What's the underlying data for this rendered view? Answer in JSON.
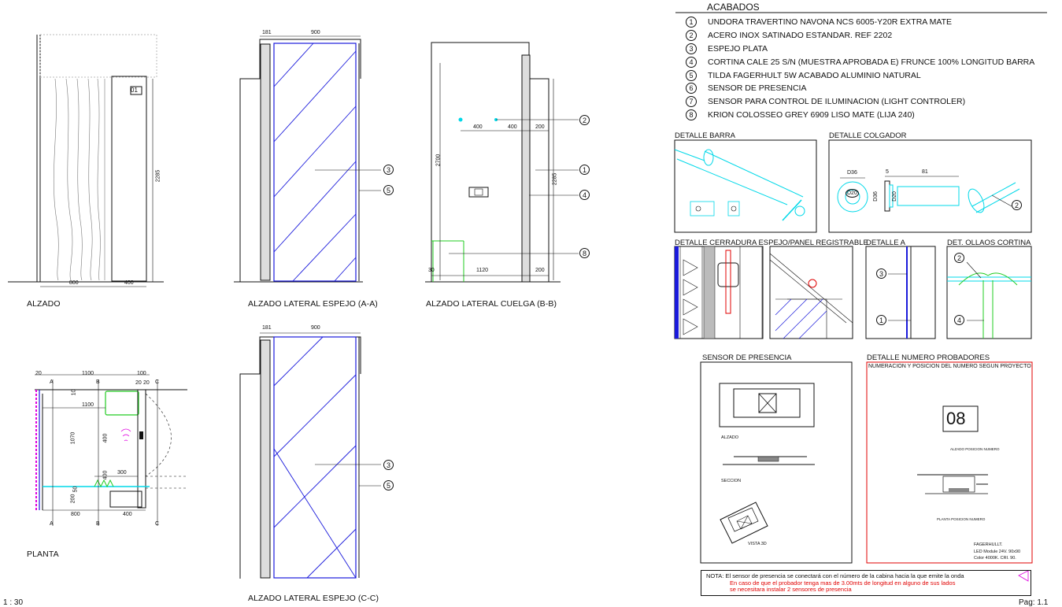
{
  "acabados": {
    "title": "ACABADOS",
    "items": [
      {
        "num": "1",
        "text": "UNDORA TRAVERTINO NAVONA NCS 6005-Y20R EXTRA MATE"
      },
      {
        "num": "2",
        "text": "ACERO INOX SATINADO ESTANDAR. REF 2202"
      },
      {
        "num": "3",
        "text": "ESPEJO PLATA"
      },
      {
        "num": "4",
        "text": "CORTINA CALE 25 S/N (MUESTRA APROBADA E) FRUNCE 100% LONGITUD BARRA"
      },
      {
        "num": "5",
        "text": "TILDA FAGERHULT 5W ACABADO ALUMINIO NATURAL"
      },
      {
        "num": "6",
        "text": "SENSOR DE PRESENCIA"
      },
      {
        "num": "7",
        "text": "SENSOR PARA CONTROL DE ILUMINACION (LIGHT CONTROLER)"
      },
      {
        "num": "8",
        "text": "KRION COLOSSEO GREY 6909 LISO MATE (LIJA 240)"
      }
    ]
  },
  "views": {
    "alzado": "ALZADO",
    "alzado_aa": "ALZADO LATERAL ESPEJO (A-A)",
    "alzado_bb": "ALZADO LATERAL CUELGA (B-B)",
    "alzado_cc": "ALZADO LATERAL ESPEJO (C-C)",
    "planta": "PLANTA"
  },
  "details": {
    "barra": "DETALLE BARRA",
    "colgador": "DETALLE COLGADOR",
    "cerradura": "DETALLE CERRADURA ESPEJO/PANEL REGISTRABLE",
    "detalle_a": "DETALLE A",
    "ollaos": "DET. OLLAOS CORTINA",
    "sensor": "SENSOR DE PRESENCIA",
    "numero": "DETALLE NUMERO PROBADORES",
    "numero_sub": "NUMERACION Y POSICION DEL NUMERO SEGUN PROYECTO",
    "sensor_alzado": "ALZADO",
    "sensor_seccion": "SECCION",
    "sensor_vista": "VISTA 3D",
    "numero_value": "08",
    "numero_alzado": "ALZADO POSICION NUMERO",
    "numero_planta": "PLANTA POSICION NUMERO",
    "fagerhult": "FAGERHULLT.",
    "led1": "LED Module 24V. 90x90",
    "led2": "Color 4000K. CRI. 90."
  },
  "colgador_dims": {
    "d36a": "D36",
    "d20": "D20",
    "d36b": "D36",
    "d20b": "D20",
    "five": "5",
    "eightyone": "81"
  },
  "dims": {
    "d181": "181",
    "d900": "900",
    "d800": "800",
    "d400": "400",
    "d2285": "2285",
    "d2700": "2700",
    "d200": "200",
    "d1120": "1120",
    "d1100": "1100",
    "d100": "100",
    "d20": "20",
    "d300": "300",
    "d1070": "1070",
    "d50": "50",
    "d10": "10",
    "d30": "30",
    "door_num": "01"
  },
  "note": {
    "line1": "NOTA: El sensor de presencia se conectará con el número de la cabina hacia la que emite la onda",
    "line2": "En caso de que el probador tenga mas de 3.00mts de longitud en alguno de sus lados",
    "line3": "se necesitara instalar 2 sensores de presencia"
  },
  "footer": {
    "scale": "1 : 30",
    "page": "Pag:  1.1"
  },
  "colors": {
    "blue": "#1a1adb",
    "cyan": "#00d8e8",
    "green": "#22cc22",
    "red": "#e00000",
    "magenta": "#e000e0",
    "black": "#111111"
  }
}
